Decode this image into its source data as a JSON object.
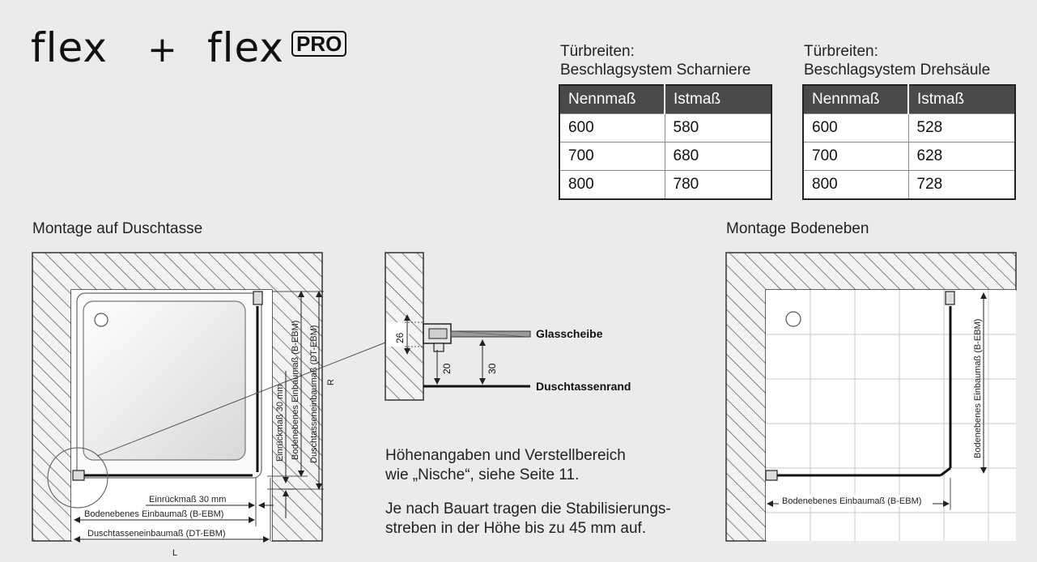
{
  "header": {
    "brand_left": "flex",
    "plus": "+",
    "brand_right": "flex",
    "badge": "PRO"
  },
  "tables": [
    {
      "title_line1": "Türbreiten:",
      "title_line2": "Beschlagsystem Scharniere",
      "headers": [
        "Nennmaß",
        "Istmaß"
      ],
      "rows": [
        [
          "600",
          "580"
        ],
        [
          "700",
          "680"
        ],
        [
          "800",
          "780"
        ]
      ]
    },
    {
      "title_line1": "Türbreiten:",
      "title_line2": "Beschlagsystem Drehsäule",
      "headers": [
        "Nennmaß",
        "Istmaß"
      ],
      "rows": [
        [
          "600",
          "528"
        ],
        [
          "700",
          "628"
        ],
        [
          "800",
          "728"
        ]
      ]
    }
  ],
  "sections": {
    "left_title": "Montage auf Duschtasse",
    "right_title": "Montage Bodeneben"
  },
  "diagram_left": {
    "dim_einrueck": "Einrückmaß 30 mm",
    "dim_bebm": "Bodenebenes Einbaumaß (B-EBM)",
    "dim_dtebm": "Duschtasseneinbaumaß (DT-EBM)",
    "label_l": "L",
    "label_r": "R"
  },
  "diagram_detail": {
    "dim_26": "26",
    "dim_20": "20",
    "dim_30": "30",
    "label_glass": "Glasscheibe",
    "label_rim": "Duschtassenrand"
  },
  "diagram_right": {
    "dim_bebm": "Bodenebenes Einbaumaß (B-EBM)"
  },
  "notes": {
    "line1": "Höhenangaben und Verstellbereich",
    "line2": "wie „Nische“, siehe Seite 11.",
    "line3": "Je nach Bauart tragen die Stabilisierungs-",
    "line4": "streben in der Höhe bis zu 45 mm auf."
  }
}
